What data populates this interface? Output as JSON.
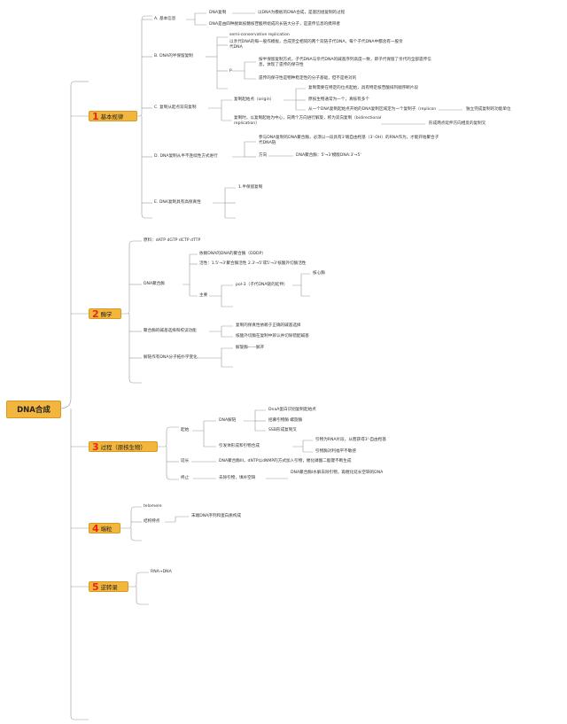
{
  "root": "DNA合成",
  "branches": {
    "b1": {
      "num": "1",
      "label": "基本规律"
    },
    "b2": {
      "num": "2",
      "label": "酶学"
    },
    "b3": {
      "num": "3",
      "label": "过程（原核生物）"
    },
    "b4": {
      "num": "4",
      "label": "端粒"
    },
    "b5": {
      "num": "5",
      "label": "逆转录"
    }
  },
  "n1": {
    "a": "A. 基本信息",
    "a1": "DNA复制",
    "a1a": "以DNA为模板的DNA合成，是基因组复制的过程",
    "a2": "DNA是由四种脱氧核糖核苷酸所组成的长链大分子，是遗传信息的携带者",
    "b": "B. DNA的半保留复制",
    "b1": "semi-conservative replication",
    "b2": "以亲代DNA的每一股作模板，合成完全相同的两个双链子代DNA，每个子代DNA中都含有一股亲代DNA",
    "b3": "p",
    "b3a": "按半保留复制方式，子代DNA与亲代DNA的碱基序列高度一致，即子代保留了亲代的全部遗传信息，体现了遗传的保守性",
    "b3b": "遗传的保守性是物种稳定性的分子基础，但不是绝对的",
    "c": "C. 复制从起点双向复制",
    "c1": "复制起始点（origin）",
    "c1a": "复制需要在特定的位点起始，具有特定核苷酸排列顺序断片段",
    "c1b": "原核生物通常为一个，真核有多个",
    "c1c": "从一个DNA复制起始点开始的DNA复制区域定为一个复制子（replicon",
    "c1d": "独立完成复制的功能单位",
    "c2": "复制时，以复制起始为中心，向两个方向进行解旋，称为双向复制（bidirectional replication）",
    "c2a": "形成两点延伸方向相反的复制叉",
    "d": "D. DNA复制从半不连续性方式进行",
    "d1": "参与DNA复制的DNA聚合酶，必须以一段具有3'端自由羟基（3'-OH）的RNA作为，才能开始聚合子代DNA链",
    "d2": "方向",
    "d2a": "DNA聚合酶：5'→3'模版DNA:3'→5'",
    "e": "E. DNA复制具有高保真性",
    "e1": "1.半保留复制"
  },
  "n2": {
    "a": "原料：dATP dGTP dCTP dTTP",
    "b": "DNA聚合酶",
    "b1": "依赖DNA的DNA的聚合酶（DDDP）",
    "b2": "活性：1.5'→3'聚合酶活性 2.3'→5'或5'→3'核酸外切酶活性",
    "b3": "主要",
    "b3a": "pol-3（子代DNA链的延伸）",
    "b3b": "核心酶",
    "c": "聚合酶的碱基选择和校读功能",
    "c1": "复制的保真性依赖于正确的碱基选择",
    "c2": "核酸外切酶在复制中辨认并切除错配碱基",
    "d": "解链作有DNA分子拓扑学变化",
    "d1": "解旋酶——解开"
  },
  "n3": {
    "a": "起始",
    "a1": "DNA解链",
    "a1a": "DnaA蛋白识别复制起始点",
    "a1b": "招募引物酶 螺旋酶",
    "a1c": "SSB形成复制叉",
    "a2": "引发体形成和引物合成",
    "a2a": "引物为RNA片段，从而获得3'-自由羟基",
    "a2b": "引物酶对利福平不敏感",
    "b": "延长",
    "b1": "DNA聚合酶III，dNTP以dNMP的方式加入引物，催化磷酸二酯键不断生成",
    "c": "终止",
    "c1": "去除引物，填补空缺",
    "c1a": "DNA聚合酶I水解去除引物，再催化延长空缺的DNA"
  },
  "n4": {
    "a": "telomere",
    "b": "结构特点",
    "b1": "末端DNA序列和蛋白质构成"
  },
  "n5": {
    "a": "RNA→DNA"
  },
  "colors": {
    "accent": "#f2b53d",
    "accent_border": "#d79a1e",
    "number": "#e8271c",
    "line": "#9a9a9a"
  }
}
